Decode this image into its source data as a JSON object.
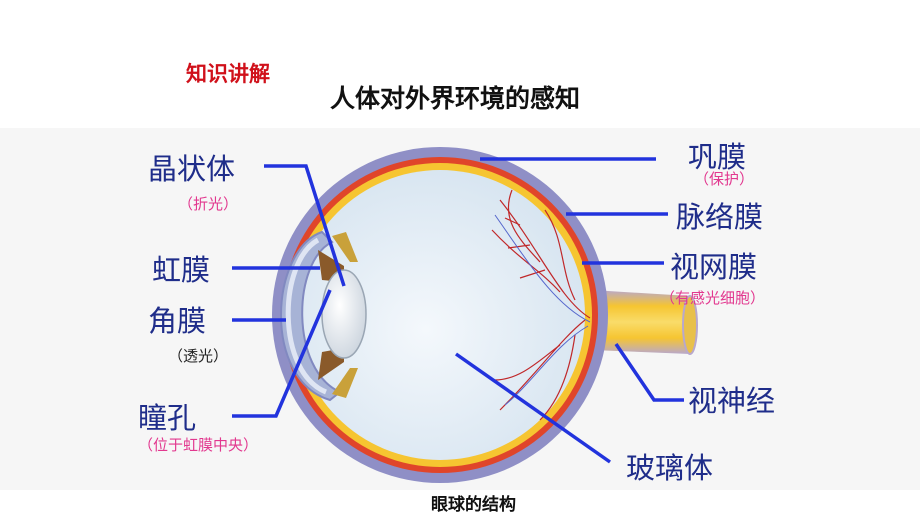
{
  "header": {
    "section_tag": "知识讲解",
    "title": "人体对外界环境的感知"
  },
  "figure": {
    "caption": "眼球的结构"
  },
  "labels": {
    "lens": {
      "name": "晶状体",
      "note": "（折光）"
    },
    "iris": {
      "name": "虹膜"
    },
    "cornea": {
      "name": "角膜",
      "note": "（透光）"
    },
    "pupil": {
      "name": "瞳孔",
      "note": "（位于虹膜中央）"
    },
    "sclera": {
      "name": "巩膜",
      "note": "（保护）"
    },
    "choroid": {
      "name": "脉络膜"
    },
    "retina": {
      "name": "视网膜",
      "note": "（有感光细胞）"
    },
    "optic_nerve": {
      "name": "视神经"
    },
    "vitreous": {
      "name": "玻璃体"
    }
  },
  "colors": {
    "label_blue": "#1f2d8a",
    "pointer_blue": "#2233dd",
    "note_pink": "#e2388f",
    "tag_red": "#d0101a"
  }
}
